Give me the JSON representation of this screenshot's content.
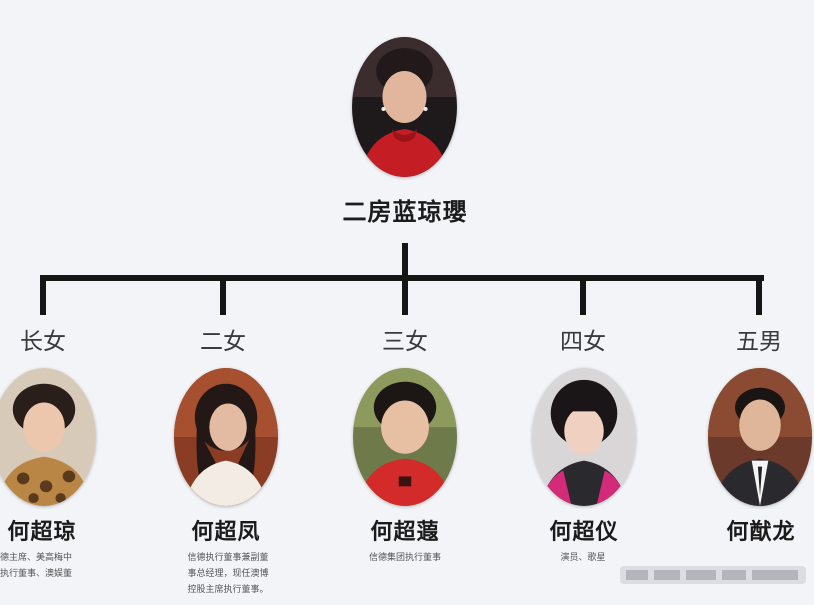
{
  "root": {
    "name": "二房蓝琼瓔"
  },
  "children": [
    {
      "relation": "长女",
      "name": "何超琼",
      "desc": [
        "德主席、美高梅中",
        "执行董事、澳娱董"
      ]
    },
    {
      "relation": "二女",
      "name": "何超凤",
      "desc": [
        "信德执行董事兼副董",
        "事总经理，现任澳博",
        "控股主席执行董事。"
      ]
    },
    {
      "relation": "三女",
      "name": "何超蕸",
      "desc": [
        "信德集团执行董事"
      ]
    },
    {
      "relation": "四女",
      "name": "何超仪",
      "desc": [
        "演员、歌星"
      ]
    },
    {
      "relation": "五男",
      "name": "何猷龙",
      "desc": []
    }
  ],
  "colors": {
    "background": "#f3f4f8",
    "line": "#151515"
  }
}
